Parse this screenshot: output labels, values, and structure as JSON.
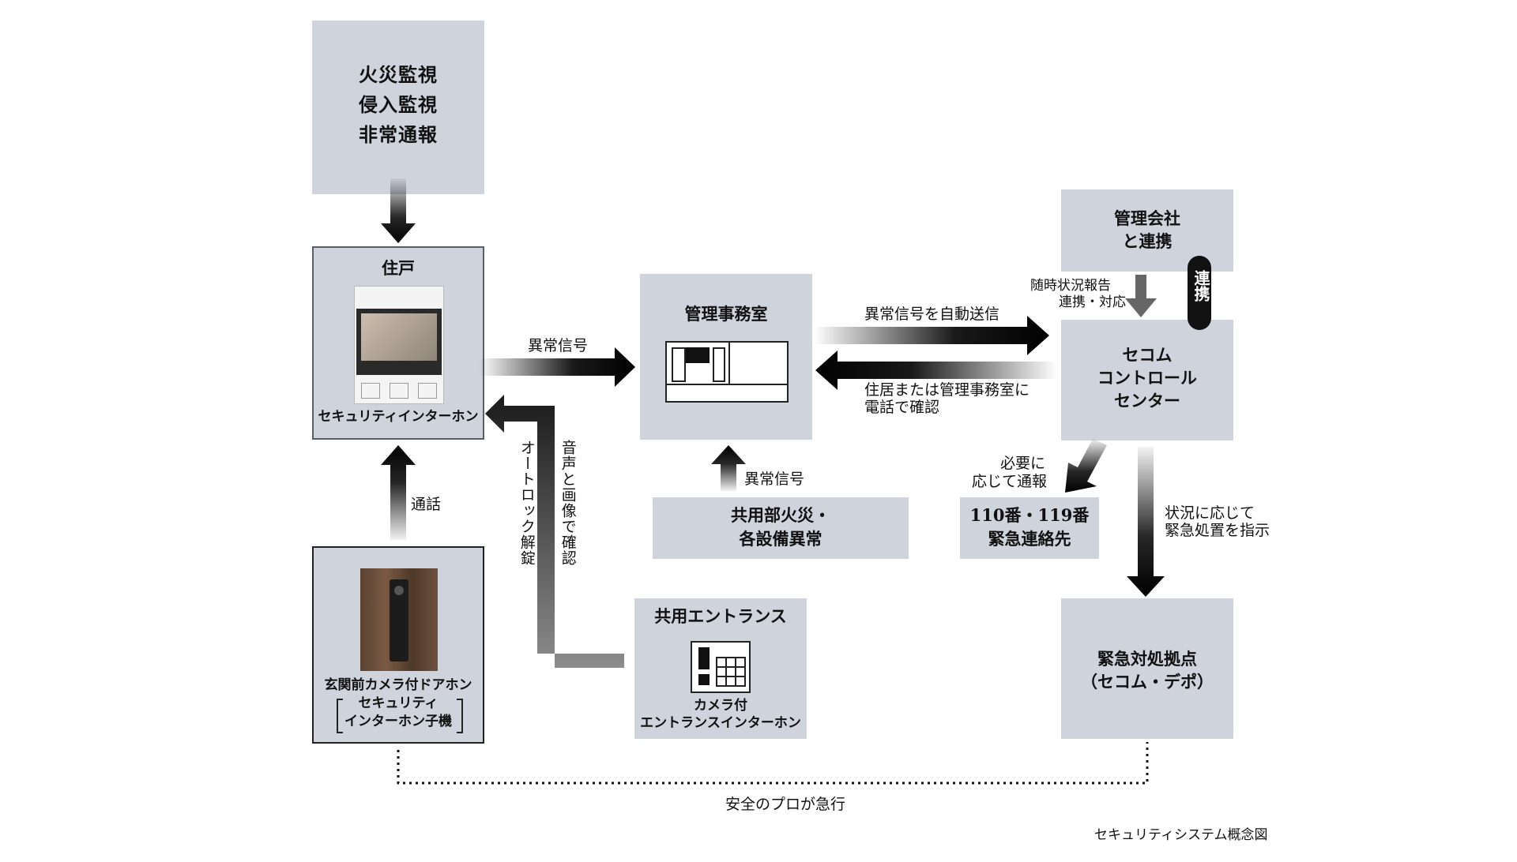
{
  "monitoring": {
    "lines": [
      "火災監視",
      "侵入監視",
      "非常通報"
    ]
  },
  "dwelling": {
    "title": "住戸",
    "device_label": "セキュリティインターホン"
  },
  "door_camera": {
    "lines": [
      "玄関前カメラ付ドアホン",
      "セキュリティ",
      "インターホン子機"
    ]
  },
  "office": {
    "title": "管理事務室"
  },
  "common_alarm": {
    "lines": [
      "共用部火災・",
      "各設備異常"
    ]
  },
  "entrance": {
    "title": "共用エントランス",
    "lines": [
      "カメラ付",
      "エントランスインターホン"
    ]
  },
  "mgmt_company": {
    "lines": [
      "管理会社",
      "と連携"
    ]
  },
  "secom_center": {
    "lines": [
      "セコム",
      "コントロール",
      "センター"
    ]
  },
  "emergency_numbers": {
    "lines": [
      "110番・119番",
      "緊急連絡先"
    ]
  },
  "depot": {
    "lines": [
      "緊急対処拠点",
      "（セコム・デポ）"
    ]
  },
  "labels": {
    "abnormal_signal_1": "異常信号",
    "abnormal_signal_2": "異常信号",
    "auto_send": "異常信号を自動送信",
    "phone_confirm_1": "住居または管理事務室に",
    "phone_confirm_2": "電話で確認",
    "call": "通話",
    "auto_lock": "オートロック解錠",
    "voice_image": "音声と画像で確認",
    "report_1": "随時状況報告",
    "report_2": "連携・対応",
    "cooperate": "連携",
    "notify_1": "必要に",
    "notify_2": "応じて通報",
    "instruct_1": "状況に応じて",
    "instruct_2": "緊急処置を指示",
    "rush": "安全のプロが急行",
    "caption": "セキュリティシステム概念図"
  },
  "colors": {
    "box": "#cfd3dc",
    "arrow": "#000000"
  }
}
